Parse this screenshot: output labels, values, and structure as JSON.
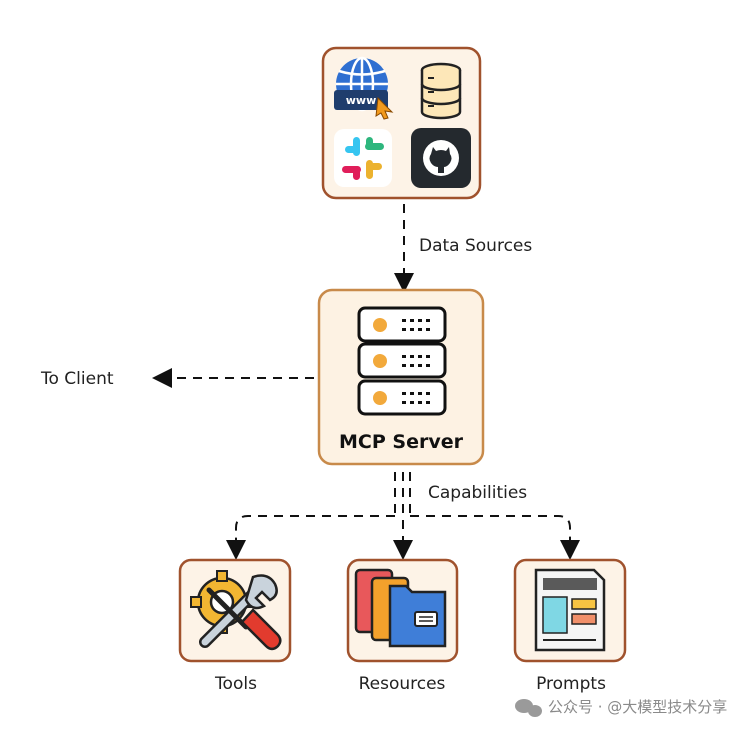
{
  "labels": {
    "data_sources": "Data Sources",
    "to_client": "To Client",
    "server_title": "MCP Server",
    "capabilities": "Capabilities",
    "tools": "Tools",
    "resources": "Resources",
    "prompts": "Prompts"
  },
  "icons": {
    "www": "www",
    "web_icon": "globe-www-icon",
    "database_icon": "database-icon",
    "slack_icon": "slack-icon",
    "github_icon": "github-icon",
    "server_icon": "server-rack-icon",
    "tools_icon": "gear-wrench-screwdriver-icon",
    "resources_icon": "folders-icon",
    "prompts_icon": "document-template-icon"
  },
  "watermark": "公众号 · @大模型技术分享",
  "colors": {
    "box_border": "#a0522d",
    "box_fill": "#fdf3e7",
    "server_border": "#c88a4a",
    "server_fill": "#fdf2e3",
    "accent_orange": "#f2a93b"
  }
}
